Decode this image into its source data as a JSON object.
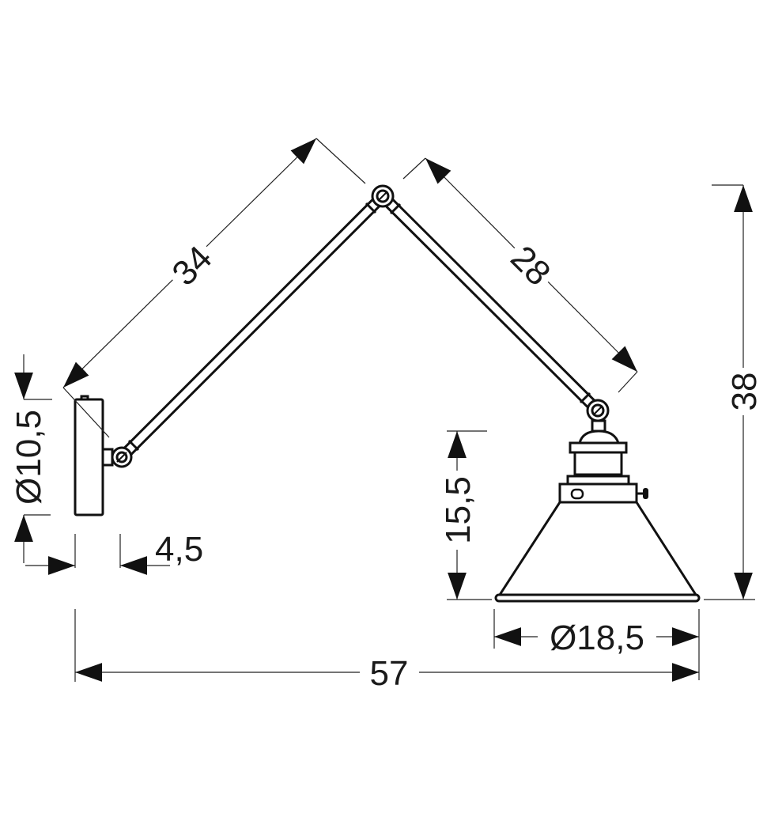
{
  "dimensions": {
    "arm_upper": "34",
    "arm_lower": "28",
    "total_height": "38",
    "shade_height": "15,5",
    "shade_diameter": "Ø18,5",
    "total_length": "57",
    "base_diameter": "Ø10,5",
    "base_depth": "4,5"
  },
  "colors": {
    "line": "#111111",
    "background": "#ffffff"
  }
}
